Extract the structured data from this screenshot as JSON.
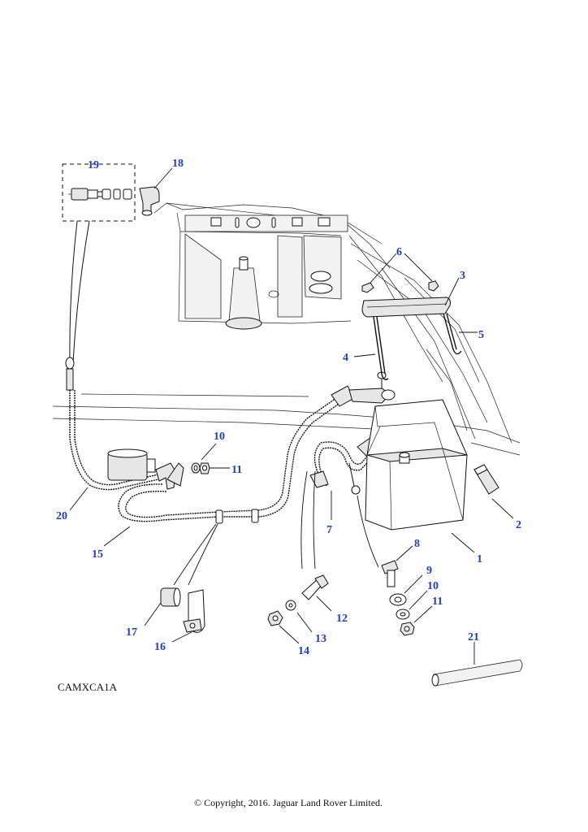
{
  "diagram": {
    "code": "CAMXCA1A",
    "copyright": "© Copyright, 2016. Jaguar Land Rover Limited.",
    "callout_color": "#1f3fbf",
    "callouts": [
      "1",
      "2",
      "3",
      "4",
      "5",
      "6",
      "7",
      "8",
      "9",
      "10",
      "11",
      "12",
      "13",
      "14",
      "15",
      "16",
      "17",
      "18",
      "19",
      "20",
      "21",
      "10",
      "11"
    ]
  }
}
